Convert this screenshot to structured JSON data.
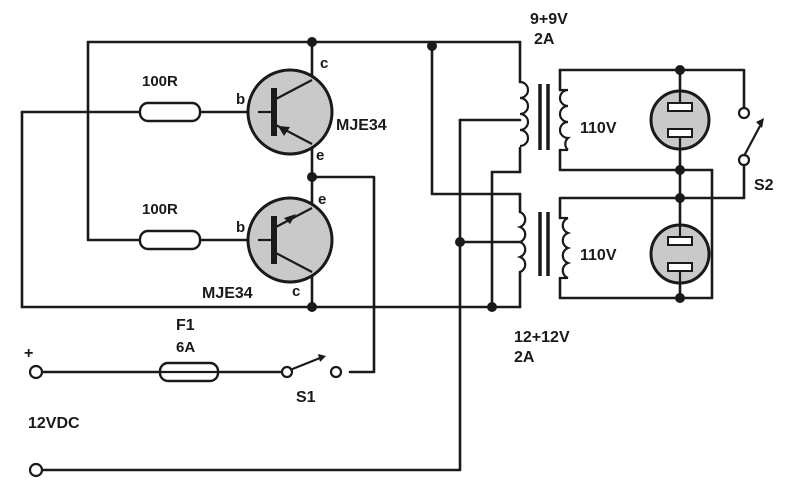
{
  "labels": {
    "r1": "100R",
    "r2": "100R",
    "q1_base": "b",
    "q1_collector": "c",
    "q1_emitter": "e",
    "q1_part": "MJE34",
    "q2_base": "b",
    "q2_collector": "c",
    "q2_emitter": "e",
    "q2_part": "MJE34",
    "t1_rating_voltage": "9+9V",
    "t1_rating_current": "2A",
    "t1_secondary": "110V",
    "t2_rating_voltage": "12+12V",
    "t2_rating_current": "2A",
    "t2_secondary": "110V",
    "fuse_name": "F1",
    "fuse_rating": "6A",
    "switch1": "S1",
    "switch2": "S2",
    "plus_sign": "+",
    "supply": "12VDC"
  }
}
